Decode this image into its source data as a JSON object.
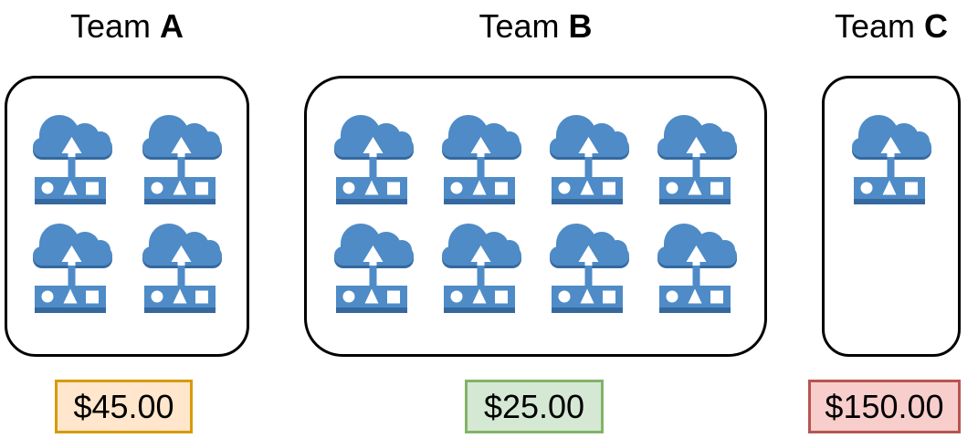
{
  "diagram": {
    "background": "#ffffff",
    "container_stroke": "#000000",
    "icon": {
      "name": "cloud-upload-icon",
      "fill": "#4e8bc7",
      "shade": "#35689e",
      "glyphs": [
        "circle",
        "triangle",
        "square",
        "up-arrow"
      ]
    },
    "teams": [
      {
        "title_prefix": "Team",
        "title_letter": "A",
        "instances": 4,
        "price": "$45.00",
        "price_fill": "#ffe6cc",
        "price_stroke": "#d79b00"
      },
      {
        "title_prefix": "Team",
        "title_letter": "B",
        "instances": 8,
        "price": "$25.00",
        "price_fill": "#d5e8d4",
        "price_stroke": "#82b366"
      },
      {
        "title_prefix": "Team",
        "title_letter": "C",
        "instances": 1,
        "price": "$150.00",
        "price_fill": "#f8cecc",
        "price_stroke": "#b85450"
      }
    ]
  }
}
